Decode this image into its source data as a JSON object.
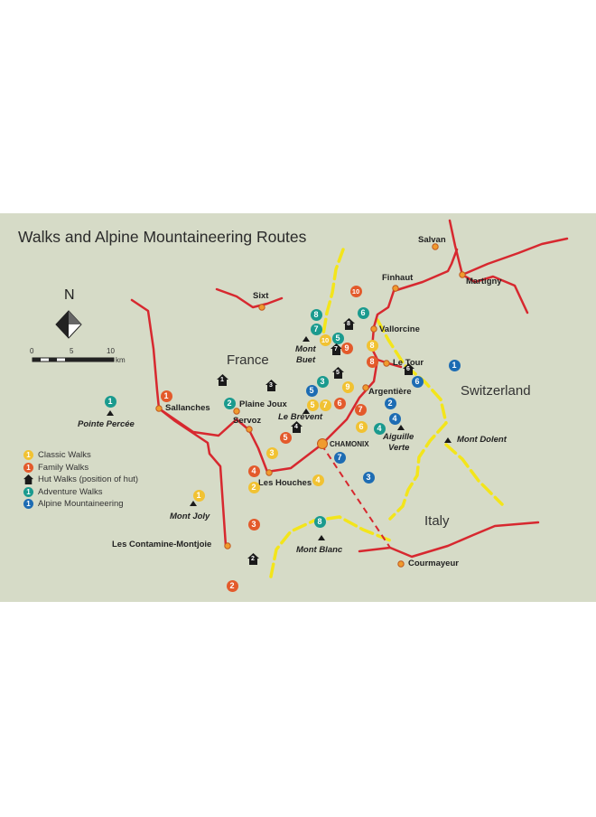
{
  "title": "Walks and Alpine Mountaineering Routes",
  "compass": {
    "letter": "N"
  },
  "scale": {
    "tick0": "0",
    "tick5": "5",
    "tick10": "10",
    "unit": "km"
  },
  "countries": {
    "france": "France",
    "switzerland": "Switzerland",
    "italy": "Italy"
  },
  "places": {
    "salvan": "Salvan",
    "finhaut": "Finhaut",
    "martigny": "Martigny",
    "sixt": "Sixt",
    "vallorcine": "Vallorcine",
    "le_tour": "Le Tour",
    "argentiere": "Argentière",
    "sallanches": "Sallanches",
    "plaine_joux": "Plaine Joux",
    "servoz": "Servoz",
    "chamonix": "CHAMONIX",
    "les_houches": "Les Houches",
    "les_contamine": "Les Contamine-Montjoie",
    "courmayeur": "Courmayeur"
  },
  "peaks": {
    "mont_buet_1": "Mont",
    "mont_buet_2": "Buet",
    "le_brevent": "Le Brévent",
    "pointe_percee": "Pointe Percée",
    "aiguille_1": "Aiguille",
    "aiguille_2": "Verte",
    "mont_dolent": "Mont Dolent",
    "mont_joly": "Mont Joly",
    "mont_blanc": "Mont Blanc"
  },
  "legend": {
    "classic": "Classic Walks",
    "family": "Family Walks",
    "hut": "Hut Walks (position of hut)",
    "adventure": "Adventure Walks",
    "alpine": "Alpine Mountaineering",
    "sample_number": "1"
  },
  "colors": {
    "background": "#d6dbc7",
    "road": "#d7282f",
    "border": "#f3e51b",
    "classic": "#f1c232",
    "family": "#e35a2b",
    "adventure": "#1a9a8e",
    "alpine": "#1d6cb3",
    "hut": "#1a1a1a"
  },
  "markers": [
    {
      "type": "family",
      "n": "10"
    },
    {
      "type": "adventure",
      "n": "8"
    },
    {
      "type": "adventure",
      "n": "6"
    },
    {
      "type": "adventure",
      "n": "7"
    },
    {
      "type": "hut",
      "n": "8"
    },
    {
      "type": "classic",
      "n": "10"
    },
    {
      "type": "adventure",
      "n": "5"
    },
    {
      "type": "hut",
      "n": "7"
    },
    {
      "type": "family",
      "n": "9"
    },
    {
      "type": "classic",
      "n": "8"
    },
    {
      "type": "family",
      "n": "8"
    },
    {
      "type": "hut",
      "n": "6"
    },
    {
      "type": "alpine",
      "n": "1"
    },
    {
      "type": "hut",
      "n": "5"
    },
    {
      "type": "adventure",
      "n": "3"
    },
    {
      "type": "alpine",
      "n": "5"
    },
    {
      "type": "classic",
      "n": "5"
    },
    {
      "type": "classic",
      "n": "7"
    },
    {
      "type": "family",
      "n": "6"
    },
    {
      "type": "classic",
      "n": "9"
    },
    {
      "type": "alpine",
      "n": "6"
    },
    {
      "type": "alpine",
      "n": "2"
    },
    {
      "type": "family",
      "n": "7"
    },
    {
      "type": "hut",
      "n": "4"
    },
    {
      "type": "adventure",
      "n": "1"
    },
    {
      "type": "family",
      "n": "1"
    },
    {
      "type": "hut",
      "n": "1"
    },
    {
      "type": "hut",
      "n": "3"
    },
    {
      "type": "adventure",
      "n": "2"
    },
    {
      "type": "family",
      "n": "5"
    },
    {
      "type": "classic",
      "n": "6"
    },
    {
      "type": "adventure",
      "n": "4"
    },
    {
      "type": "alpine",
      "n": "4"
    },
    {
      "type": "classic",
      "n": "3"
    },
    {
      "type": "alpine",
      "n": "7"
    },
    {
      "type": "family",
      "n": "4"
    },
    {
      "type": "classic",
      "n": "2"
    },
    {
      "type": "classic",
      "n": "4"
    },
    {
      "type": "alpine",
      "n": "3"
    },
    {
      "type": "classic",
      "n": "1"
    },
    {
      "type": "family",
      "n": "3"
    },
    {
      "type": "adventure",
      "n": "8"
    },
    {
      "type": "hut",
      "n": "2"
    },
    {
      "type": "family",
      "n": "2"
    }
  ]
}
